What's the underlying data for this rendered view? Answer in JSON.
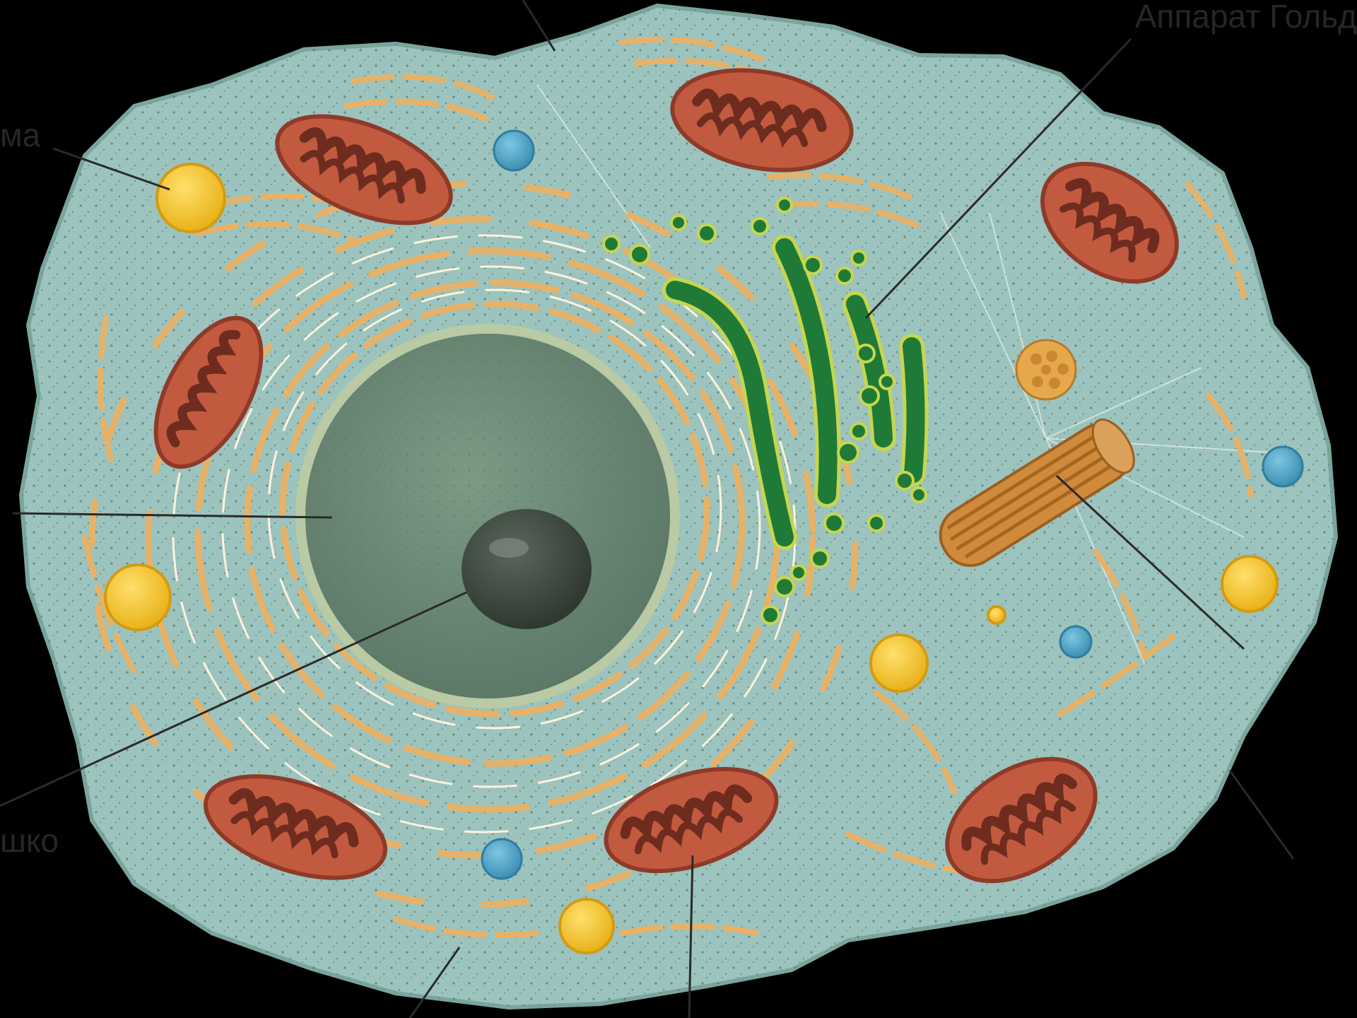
{
  "labels": {
    "golgi": "Аппарат Гольд",
    "left_top": "ма",
    "left_bottom": "шко"
  },
  "colors": {
    "background": "#000000",
    "cytoplasm": "#9cc3bd",
    "nucleus": "#6f8c78",
    "nucleolus": "#3f4a41",
    "mitochondrion": "#c25a40",
    "mitochondrion_inner": "#6e2c1e",
    "er": "#e7b267",
    "golgi": "#1f7a38",
    "golgi_rim": "#c7d64e",
    "lysosome": "#f2c531",
    "vesicle": "#4fa3c7",
    "centriole": "#cf8a3c",
    "leader_line": "#2a2a2a"
  }
}
